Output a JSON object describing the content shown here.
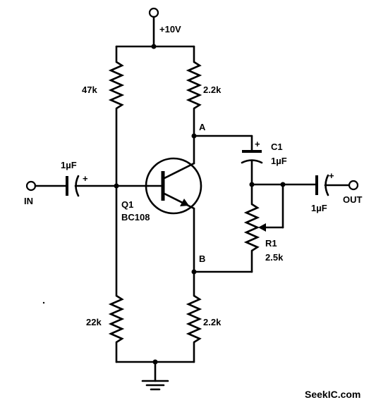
{
  "supply": {
    "label": "+10V"
  },
  "input": {
    "label": "IN"
  },
  "output": {
    "label": "OUT"
  },
  "resistors": {
    "top_left": "47k",
    "top_right": "2.2k",
    "bottom_left": "22k",
    "bottom_right": "2.2k",
    "pot": {
      "name": "R1",
      "value": "2.5k"
    }
  },
  "capacitors": {
    "input": {
      "value": "1µF",
      "polarity": "+"
    },
    "c1": {
      "name": "C1",
      "value": "1µF",
      "polarity": "+"
    },
    "output": {
      "value": "1µF",
      "polarity": "+"
    }
  },
  "transistor": {
    "ref": "Q1",
    "part": "BC108"
  },
  "nodes": {
    "a": "A",
    "b": "B"
  },
  "watermark": "SeekIC.com"
}
